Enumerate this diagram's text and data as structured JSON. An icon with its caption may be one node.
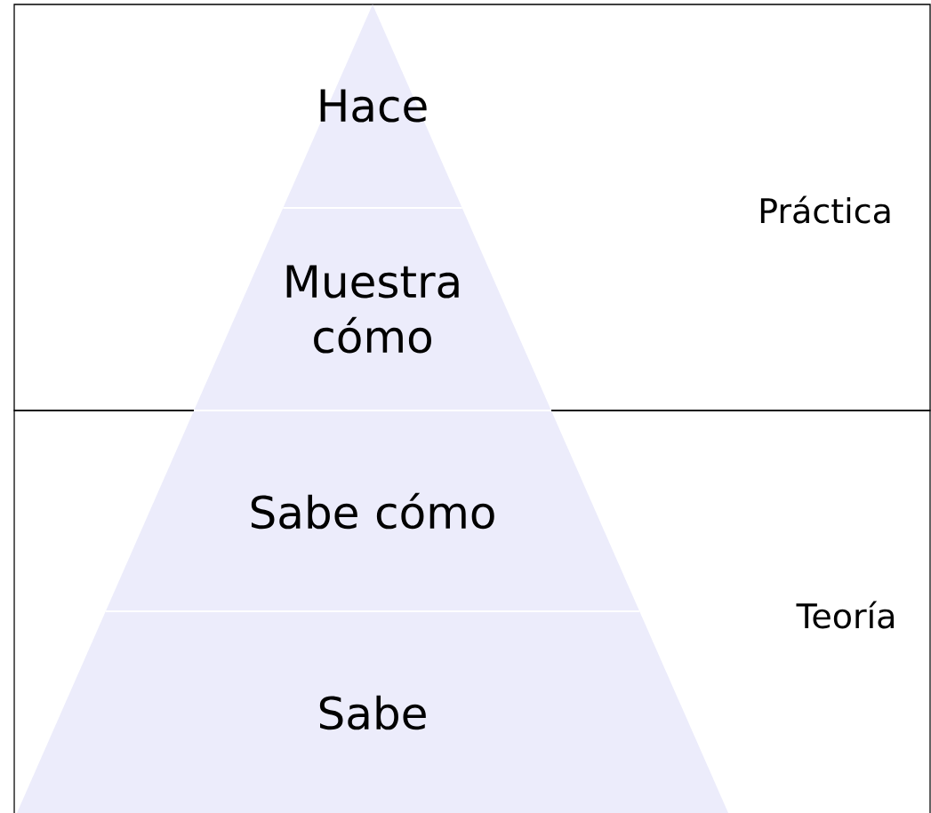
{
  "diagram": {
    "nodes": [
      {
        "text": [
          "Práctica"
        ]
      },
      {
        "text": [
          "Hace"
        ],
        "in": 0
      },
      {
        "text": [
          "Muestra cómo"
        ],
        "in": 0
      },
      {
        "text": [
          "Teoría"
        ]
      },
      {
        "text": [
          "Sabe cómo"
        ],
        "in": 3
      },
      {
        "text": [
          "Sabe"
        ],
        "in": 3
      }
    ]
  }
}
